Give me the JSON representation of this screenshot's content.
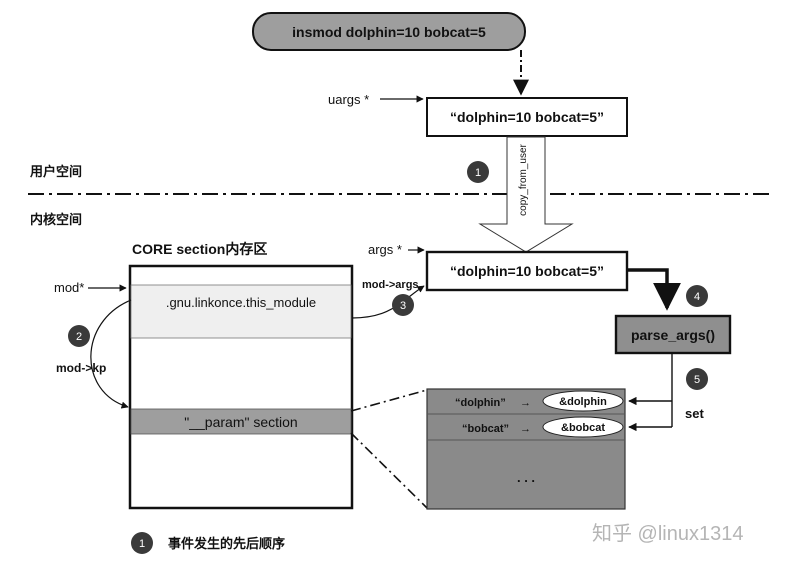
{
  "command": "insmod dolphin=10 bobcat=5",
  "user_buffer": {
    "pointer_label": "uargs *",
    "text": "“dolphin=10 bobcat=5”"
  },
  "regions": {
    "user_space": "用户空间",
    "kernel_space": "内核空间"
  },
  "copy_from_user_label": "copy_from_user",
  "kernel_buffer": {
    "pointer_label": "args *",
    "text": "“dolphin=10 bobcat=5”"
  },
  "core_section": {
    "title": "CORE section内存区",
    "module_pointer": "mod*",
    "this_module": ".gnu.linkonce.this_module",
    "param_section": "\"__param\" section"
  },
  "links": {
    "mod_args": "mod->args",
    "mod_kp": "mod->kp",
    "set": "set"
  },
  "parse_args": "parse_args()",
  "param_table": {
    "rows": [
      {
        "name": "“dolphin”",
        "arrow": "→",
        "target": "&dolphin"
      },
      {
        "name": "“bobcat”",
        "arrow": "→",
        "target": "&bobcat"
      }
    ],
    "ellipsis": ". . ."
  },
  "steps": [
    "1",
    "2",
    "3",
    "4",
    "5"
  ],
  "legend": {
    "number": "1",
    "text": "事件发生的先后顺序"
  },
  "watermark": "知乎 @linux1314"
}
